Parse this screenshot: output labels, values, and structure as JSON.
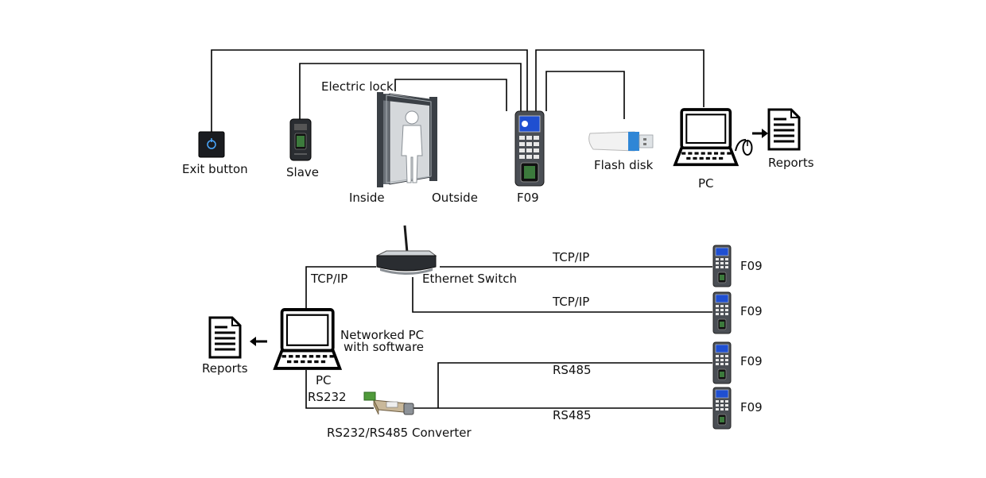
{
  "labels": {
    "exit_button": "Exit button",
    "slave": "Slave",
    "electric_lock": "Electric lock",
    "inside": "Inside",
    "outside": "Outside",
    "f09_main": "F09",
    "flash_disk": "Flash disk",
    "pc_top": "PC",
    "reports_top": "Reports",
    "ethernet_switch": "Ethernet Switch",
    "tcpip_pc": "TCP/IP",
    "tcpip_1": "TCP/IP",
    "tcpip_2": "TCP/IP",
    "networked_pc_line1": "Networked PC",
    "networked_pc_line2": "with software",
    "pc_bottom": "PC",
    "reports_bottom": "Reports",
    "rs232": "RS232",
    "converter": "RS232/RS485 Converter",
    "rs485_1": "RS485",
    "rs485_2": "RS485",
    "f09_1": "F09",
    "f09_2": "F09",
    "f09_3": "F09",
    "f09_4": "F09"
  },
  "colors": {
    "wire": "#000000",
    "door_frame": "#3a3f45",
    "screen": "#1f4fd1",
    "usb_blue": "#2f86d6"
  },
  "icons": [
    "exit-button-icon",
    "slave-reader-icon",
    "door-icon",
    "person-icon",
    "f09-terminal-icon",
    "flash-disk-icon",
    "pc-icon",
    "mouse-icon",
    "report-icon",
    "arrow-icon",
    "router-icon",
    "converter-icon"
  ]
}
